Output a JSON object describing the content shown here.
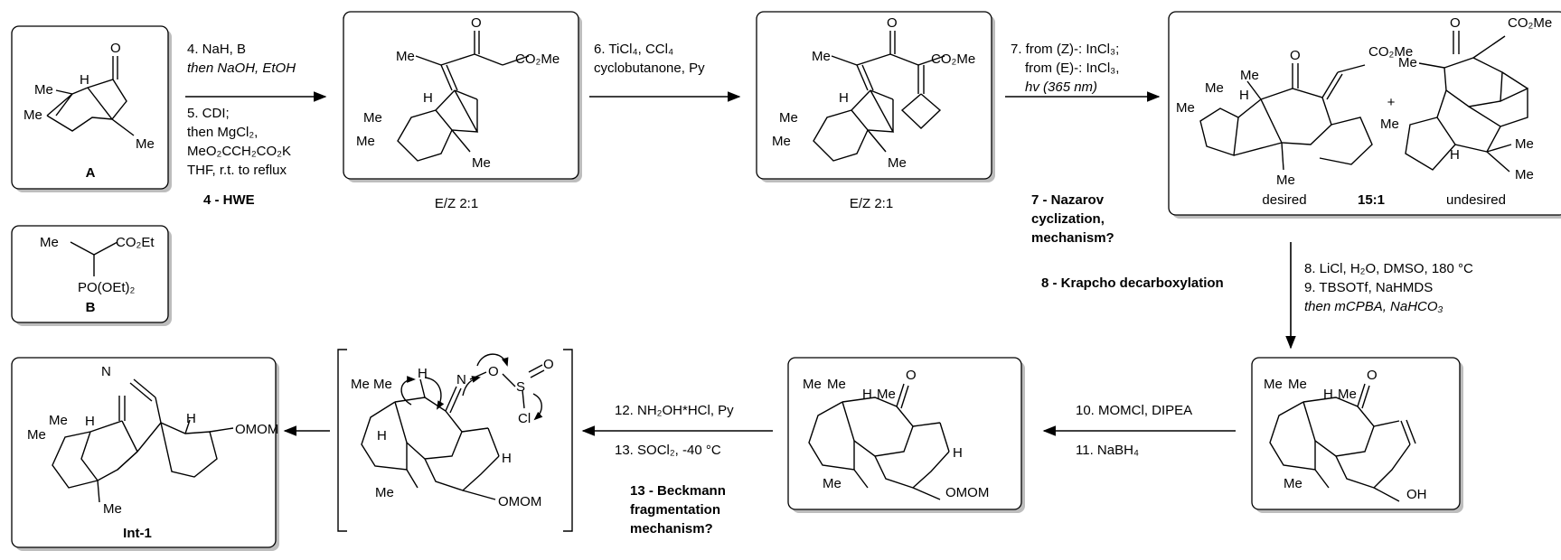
{
  "compounds": {
    "A": "A",
    "B": "B",
    "int1": "Int-1"
  },
  "atoms": {
    "me": "Me",
    "h": "H",
    "o": "O",
    "n": "N",
    "s": "S",
    "cl": "Cl",
    "co2me": "CO₂Me",
    "co2et": "CO₂Et",
    "poet": "PO(OEt)₂",
    "omom": "OMOM",
    "oh": "OH",
    "plus": "+"
  },
  "steps": {
    "s4_1": "4. NaH, B",
    "s4_2": "then NaOH, EtOH",
    "s5_1": "5. CDI;",
    "s5_2": "then MgCl₂,",
    "s5_3": "MeO₂CCH₂CO₂K",
    "s5_4": "THF, r.t. to reflux",
    "hwe": "4 - HWE",
    "s6_1": "6. TiCl₄, CCl₄",
    "s6_2": "cyclobutanone, Py",
    "s7_1": "7. from (Z)-: InCl₃;",
    "s7_2": "from (E)-: InCl₃,",
    "s7_3": "hv (365 nm)",
    "naz_1": "7 - Nazarov",
    "naz_2": "cyclization,",
    "naz_3": "mechanism?",
    "krap": "8 - Krapcho decarboxylation",
    "s8": "8. LiCl, H₂O, DMSO, 180 °C",
    "s9_1": "9. TBSOTf, NaHMDS",
    "s9_2": "then mCPBA, NaHCO₃",
    "s10": "10. MOMCl, DIPEA",
    "s11": "11. NaBH₄",
    "s12": "12. NH₂OH*HCl, Py",
    "s13": "13. SOCl₂, -40 °C",
    "bk_1": "13 - Beckmann",
    "bk_2": "fragmentation",
    "bk_3": "mechanism?"
  },
  "ratios": {
    "ez1": "E/Z 2:1",
    "ez2": "E/Z 2:1",
    "dr": "15:1"
  },
  "labels": {
    "desired": "desired",
    "undesired": "undesired"
  }
}
